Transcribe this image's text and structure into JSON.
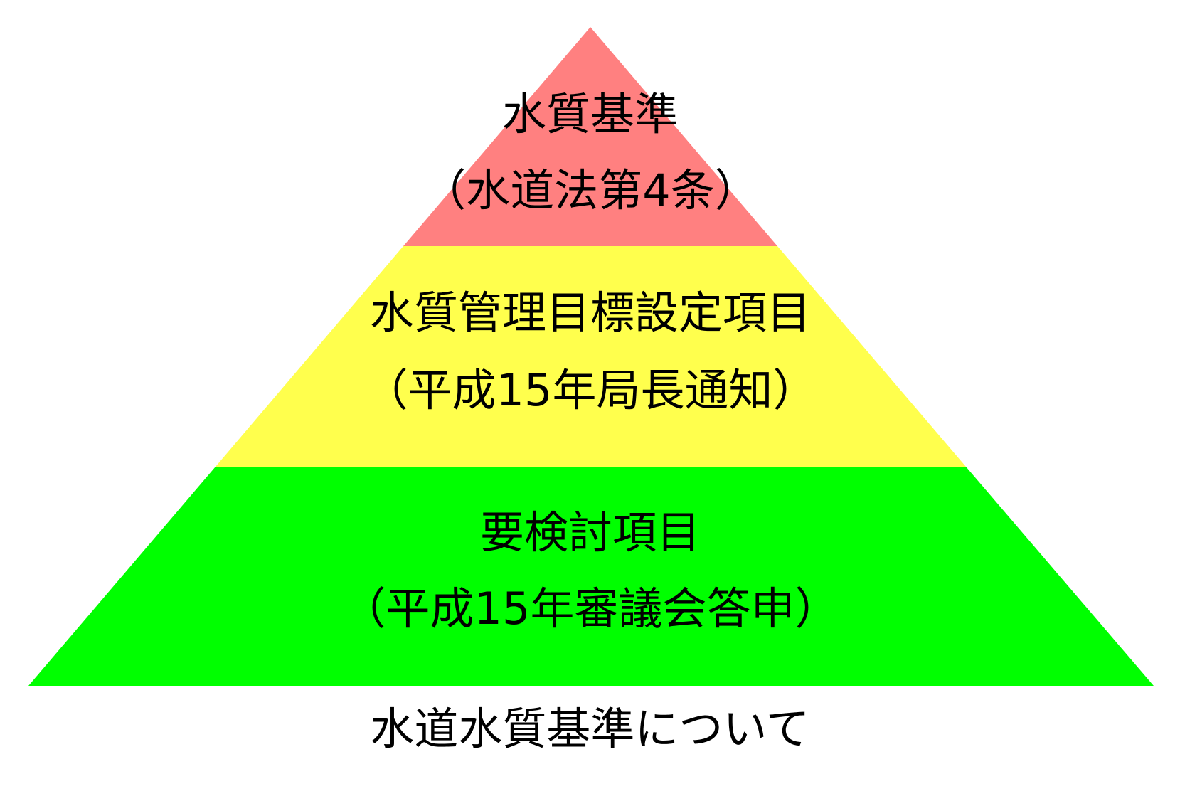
{
  "diagram": {
    "tiers": [
      {
        "title": "水質基準",
        "subtitle": "（水道法第4条）",
        "color": "#ff8080"
      },
      {
        "title": "水質管理目標設定項目",
        "subtitle": "（平成15年局長通知）",
        "color": "#ffff4d"
      },
      {
        "title": "要検討項目",
        "subtitle": "（平成15年審議会答申）",
        "color": "#00ff00"
      }
    ]
  },
  "caption": "水道水質基準について"
}
